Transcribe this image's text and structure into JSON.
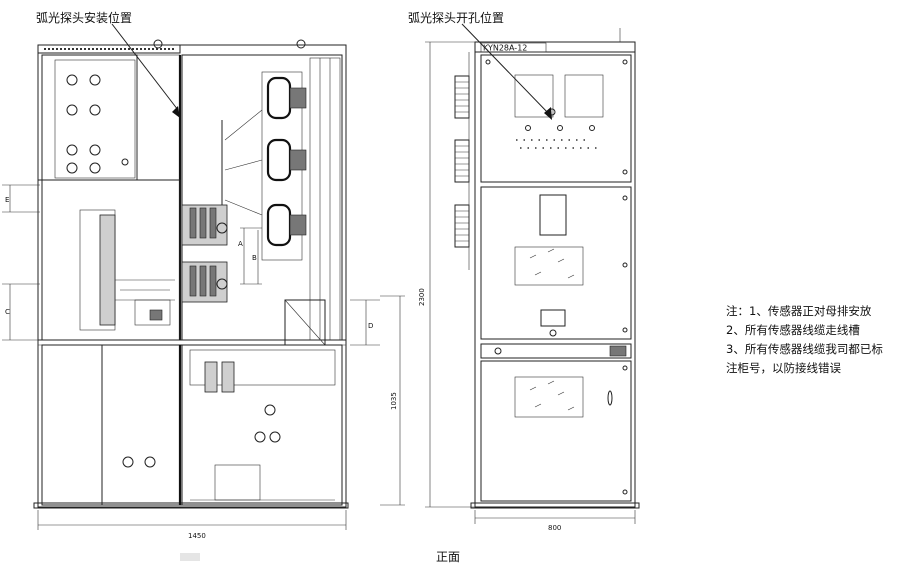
{
  "labels": {
    "side_view_title": "弧光探头安装位置",
    "front_view_title": "弧光探头开孔位置",
    "front_view_caption": "正面",
    "model": "KYN28A-12"
  },
  "dimensions": {
    "side_width": "1450",
    "front_width": "800",
    "height_total": "2300",
    "height_lower": "1035",
    "letter_e": "E",
    "letter_c": "C",
    "letter_a": "A",
    "letter_b": "B",
    "letter_d": "D"
  },
  "notes": [
    "注：1、传感器正对母排安放",
    "2、所有传感器线缆走线槽",
    "3、所有传感器线缆我司都已标",
    "注柜号，以防接线错误"
  ],
  "colors": {
    "line": "#222222",
    "background": "#ffffff"
  }
}
